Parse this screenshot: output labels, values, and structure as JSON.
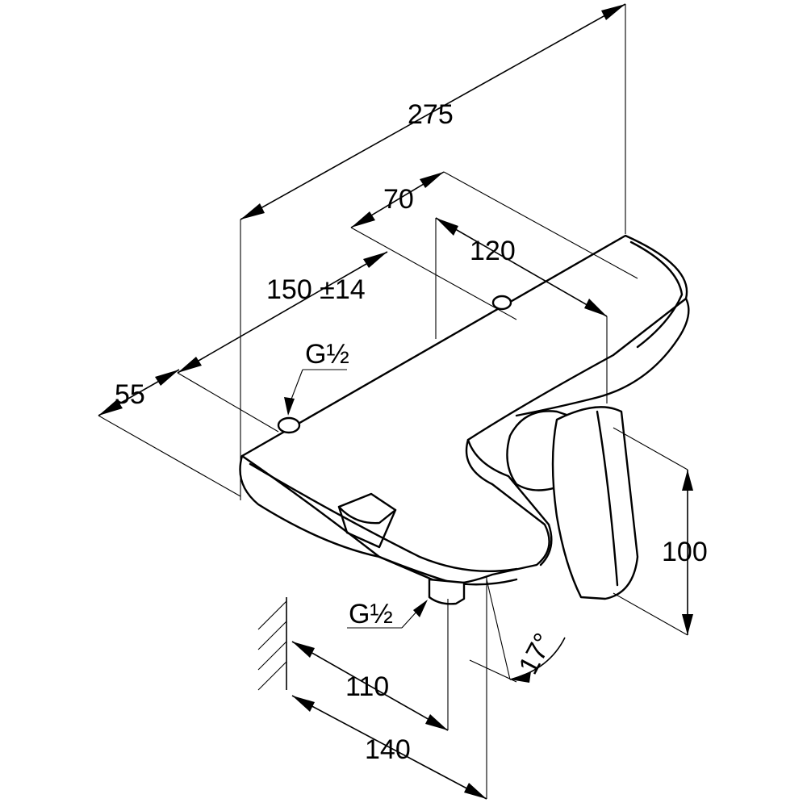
{
  "diagram": {
    "dimensions": {
      "overall_length": "275",
      "spout_offset": "70",
      "handle_offset": "120",
      "inlet_spacing": "150 ±14",
      "inlet_offset": "55",
      "height": "100",
      "wall_to_outlet": "110",
      "wall_to_spout": "140",
      "angle": "17°"
    },
    "threads": {
      "top_inlet": "G½",
      "bottom_inlet": "G½"
    }
  }
}
